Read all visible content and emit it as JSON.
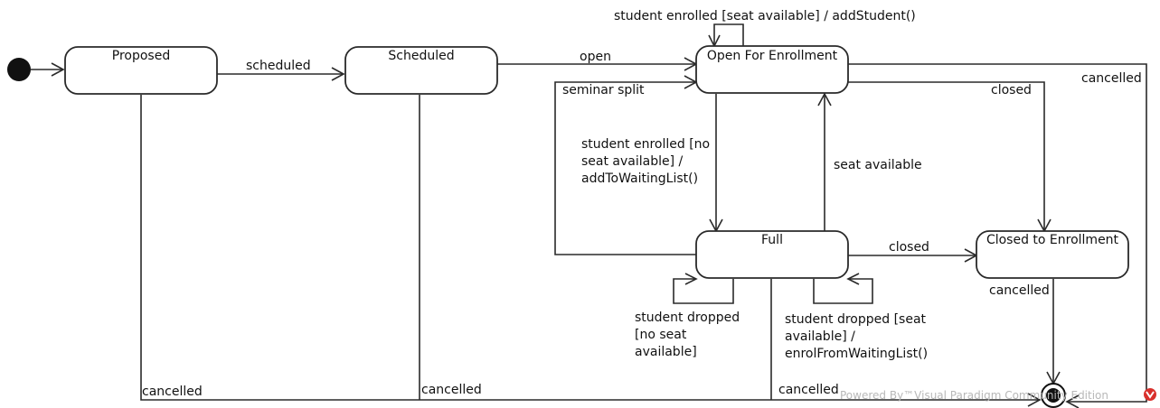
{
  "states": {
    "proposed": "Proposed",
    "scheduled": "Scheduled",
    "open": "Open For Enrollment",
    "full": "Full",
    "closed_to_enrollment": "Closed to Enrollment"
  },
  "transitions": {
    "scheduled": "scheduled",
    "open": "open",
    "open_self": "student enrolled [seat available] / addStudent()",
    "seminar_split": "seminar split",
    "open_cancelled": "cancelled",
    "open_closed": "closed",
    "to_full": [
      "student enrolled [no",
      "seat available] /",
      "addToWaitingList()"
    ],
    "seat_available": "seat available",
    "full_closed": "closed",
    "full_dropped_no_seat": [
      "student dropped",
      "[no seat",
      "available]"
    ],
    "full_dropped_seat": [
      "student dropped [seat",
      "available] /",
      "enrolFromWaitingList()"
    ],
    "closed_cancelled": "cancelled",
    "proposed_cancelled": "cancelled",
    "scheduled_cancelled": "cancelled",
    "full_cancelled": "cancelled"
  },
  "watermark": {
    "text": "Powered By™Visual Paradigm Community Edition",
    "accent_color": "#d9302c"
  }
}
